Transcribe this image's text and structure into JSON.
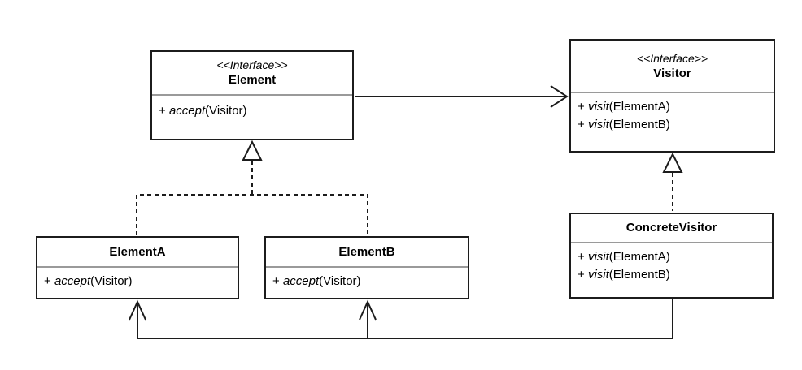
{
  "classes": {
    "element": {
      "stereotype": "<<Interface>>",
      "name": "Element",
      "methods": [
        {
          "vis": "+ ",
          "name": "accept",
          "params": "(Visitor)"
        }
      ]
    },
    "visitor": {
      "stereotype": "<<Interface>>",
      "name": "Visitor",
      "methods": [
        {
          "vis": "+ ",
          "name": "visit",
          "params": "(ElementA)"
        },
        {
          "vis": "+ ",
          "name": "visit",
          "params": "(ElementB)"
        }
      ]
    },
    "elementA": {
      "name": "ElementA",
      "methods": [
        {
          "vis": "+ ",
          "name": "accept",
          "params": "(Visitor)"
        }
      ]
    },
    "elementB": {
      "name": "ElementB",
      "methods": [
        {
          "vis": "+ ",
          "name": "accept",
          "params": "(Visitor)"
        }
      ]
    },
    "concreteVisitor": {
      "name": "ConcreteVisitor",
      "methods": [
        {
          "vis": "+ ",
          "name": "visit",
          "params": "(ElementA)"
        },
        {
          "vis": "+ ",
          "name": "visit",
          "params": "(ElementB)"
        }
      ]
    }
  },
  "relationships": [
    {
      "from": "Element",
      "to": "Visitor",
      "type": "association-arrow",
      "line": "solid"
    },
    {
      "from": "ElementA",
      "to": "Element",
      "type": "realization",
      "line": "dashed-hollow-triangle"
    },
    {
      "from": "ElementB",
      "to": "Element",
      "type": "realization",
      "line": "dashed-hollow-triangle"
    },
    {
      "from": "ConcreteVisitor",
      "to": "Visitor",
      "type": "realization",
      "line": "dashed-hollow-triangle"
    },
    {
      "from": "ConcreteVisitor",
      "to": "ElementA",
      "type": "association-arrow",
      "line": "solid"
    },
    {
      "from": "ConcreteVisitor",
      "to": "ElementB",
      "type": "association-arrow",
      "line": "solid"
    }
  ],
  "colors": {
    "line": "#1c1c1c",
    "divider": "#9a9a9a",
    "box_fill": "#ffffff",
    "text": "#000000",
    "background": "#ffffff"
  }
}
